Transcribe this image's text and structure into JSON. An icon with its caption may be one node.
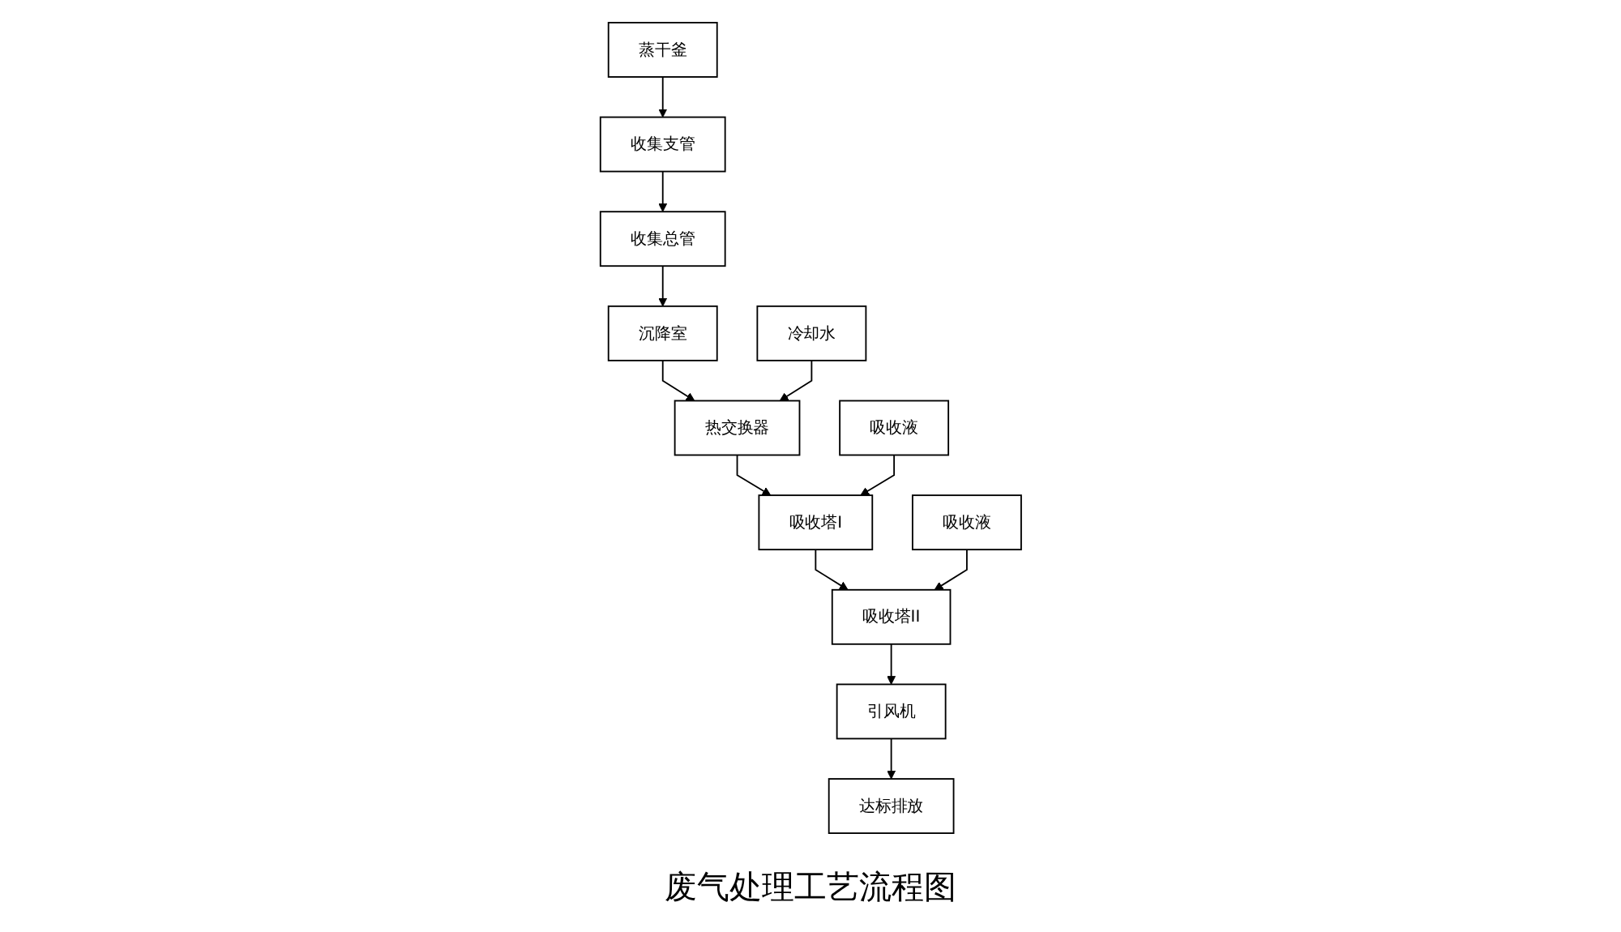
{
  "diagram": {
    "caption": "废气处理工艺流程图",
    "nodes": [
      {
        "text": [
          "蒸干釜"
        ]
      },
      {
        "text": [
          "冷却水"
        ]
      },
      {
        "text": [
          "吸收液"
        ]
      },
      {
        "text": [
          "吸收液"
        ]
      },
      {
        "text": [
          "收集支管"
        ]
      },
      {
        "text": [
          "热交换器"
        ]
      },
      {
        "text": [
          "吸收塔I"
        ]
      },
      {
        "text": [
          "吸收塔II"
        ]
      },
      {
        "text": [
          "收集总管"
        ]
      },
      {
        "text": [
          "引风机"
        ]
      },
      {
        "text": [
          "沉降室"
        ]
      },
      {
        "text": [
          "达标排放"
        ]
      }
    ],
    "edges": [
      {
        "from": 0,
        "to": 4,
        "arrow": "to"
      },
      {
        "from": 4,
        "to": 8,
        "arrow": "to"
      },
      {
        "from": 8,
        "to": 10,
        "arrow": "to"
      },
      {
        "from": 10,
        "to": 5,
        "arrow": "to"
      },
      {
        "from": 1,
        "to": 5,
        "arrow": "to"
      },
      {
        "from": 5,
        "to": 6,
        "arrow": "to"
      },
      {
        "from": 2,
        "to": 6,
        "arrow": "to"
      },
      {
        "from": 6,
        "to": 7,
        "arrow": "to"
      },
      {
        "from": 3,
        "to": 7,
        "arrow": "to"
      },
      {
        "from": 7,
        "to": 9,
        "arrow": "to"
      },
      {
        "from": 9,
        "to": 11,
        "arrow": "to"
      }
    ]
  }
}
